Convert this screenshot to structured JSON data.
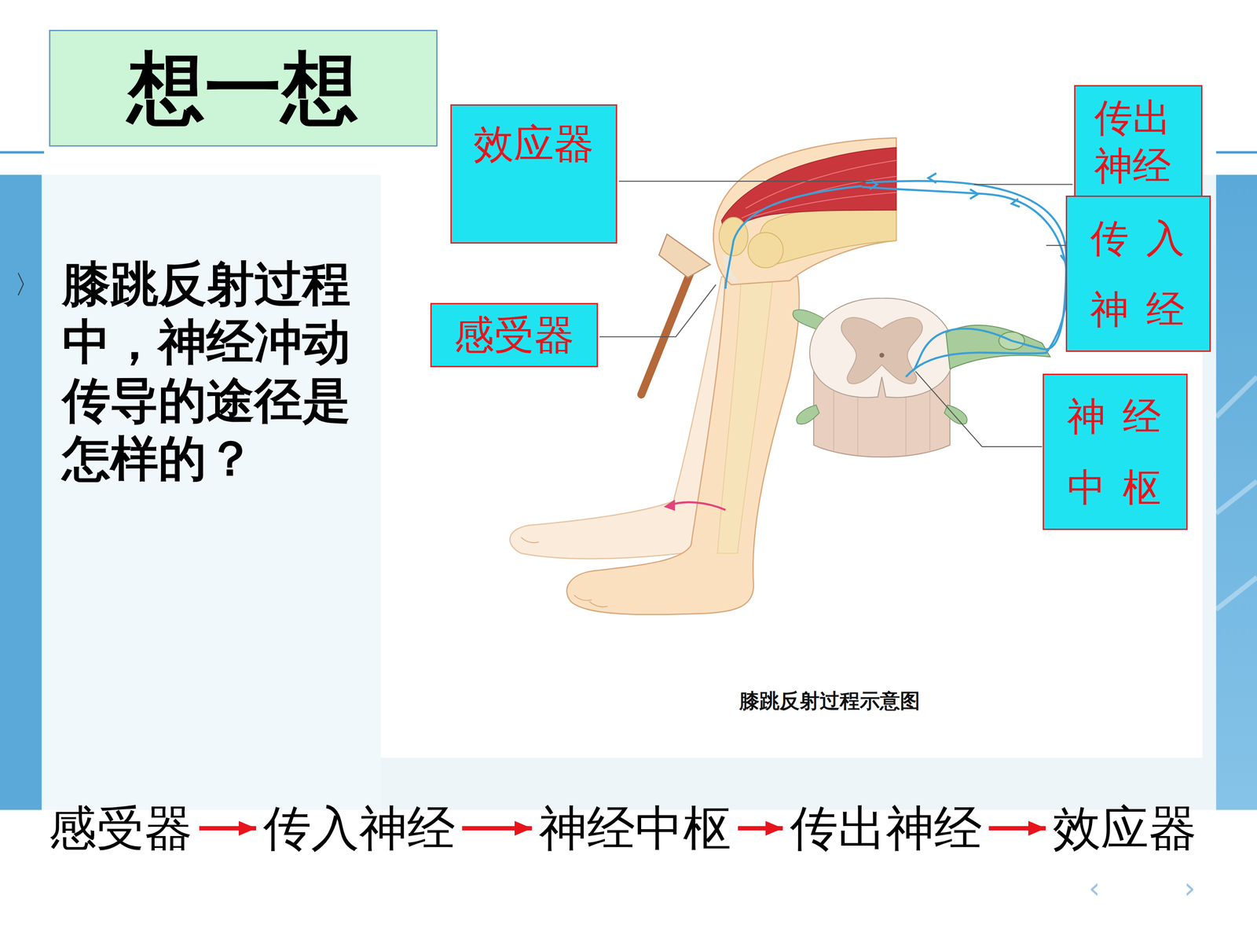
{
  "diagram": {
    "title": "想一想",
    "caption": "膝跳反射过程示意图",
    "nodes": [
      {
        "text": [
          "传出神经"
        ]
      },
      {
        "text": [
          "效应器"
        ]
      },
      {
        "text": [
          "传入神经"
        ]
      },
      {
        "text": [
          "感受器"
        ]
      },
      {
        "text": [
          "神经中枢"
        ]
      },
      {
        "text": [
          "感受器"
        ]
      },
      {
        "text": [
          "传入神经"
        ]
      },
      {
        "text": [
          "神经中枢"
        ]
      },
      {
        "text": [
          "传出神经"
        ]
      },
      {
        "text": [
          "效应器"
        ]
      }
    ],
    "edges": [
      {
        "from": 5,
        "to": 6,
        "arrow": "to"
      },
      {
        "from": 6,
        "to": 7,
        "arrow": "to"
      },
      {
        "from": 7,
        "to": 8,
        "arrow": "to"
      },
      {
        "from": 8,
        "to": 9,
        "arrow": "to"
      }
    ],
    "labels": [
      "〉",
      "膝跳反射过程中，神经冲动传导的途径是怎样的？",
      "‹",
      "›"
    ]
  }
}
